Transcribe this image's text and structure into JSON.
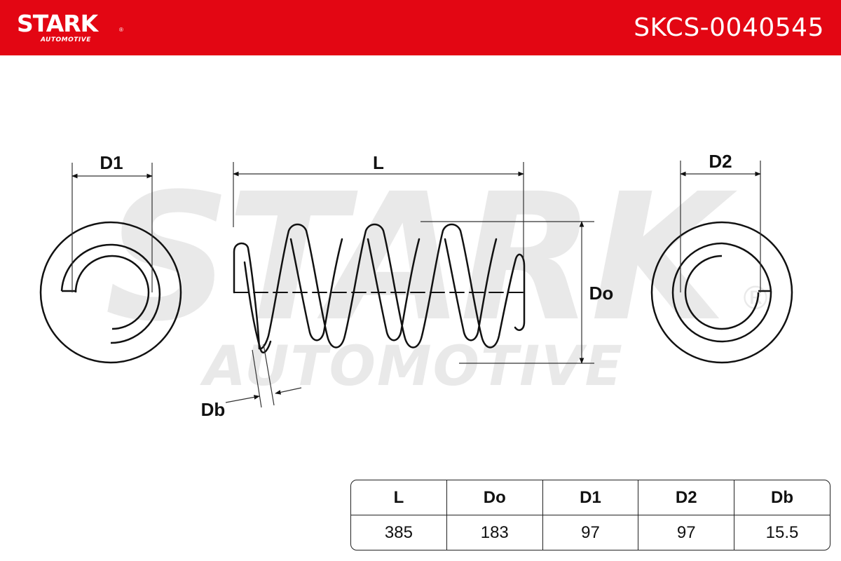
{
  "header": {
    "brand": "STARK",
    "brand_sub": "AUTOMOTIVE",
    "brand_reg": "®",
    "part_number": "SKCS-0040545",
    "background_color": "#e30613"
  },
  "watermark": {
    "main": "STARK",
    "sub": "AUTOMOTIVE",
    "reg": "®"
  },
  "drawing_labels": {
    "d1": "D1",
    "l": "L",
    "d2": "D2",
    "do": "Do",
    "db": "Db"
  },
  "spec_table": {
    "headers": [
      "L",
      "Do",
      "D1",
      "D2",
      "Db"
    ],
    "values": [
      "385",
      "183",
      "97",
      "97",
      "15.5"
    ]
  }
}
